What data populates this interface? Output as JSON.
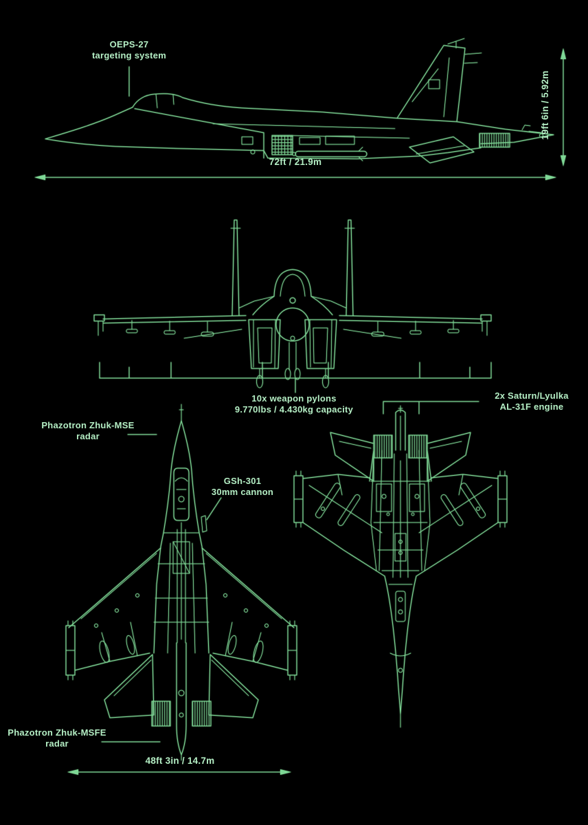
{
  "colors": {
    "background": "#000000",
    "line": "#7ed795",
    "text": "#b4eec4"
  },
  "annotations": {
    "targeting_system": {
      "line1": "OEPS-27",
      "line2": "targeting system"
    },
    "weapon_pylons": {
      "line1": "10x weapon pylons",
      "line2": "9.770lbs / 4.430kg capacity"
    },
    "engines": {
      "line1": "2x Saturn/Lyulka",
      "line2": "AL-31F engine"
    },
    "radar_front": {
      "line1": "Phazotron Zhuk-MSE",
      "line2": "radar"
    },
    "cannon": {
      "line1": "GSh-301",
      "line2": "30mm cannon"
    },
    "radar_rear": {
      "line1": "Phazotron Zhuk-MSFE",
      "line2": "radar"
    }
  },
  "dimensions": {
    "length": "72ft / 21.9m",
    "height": "19ft 6in / 5.92m",
    "wingspan": "48ft 3in / 14.7m"
  }
}
